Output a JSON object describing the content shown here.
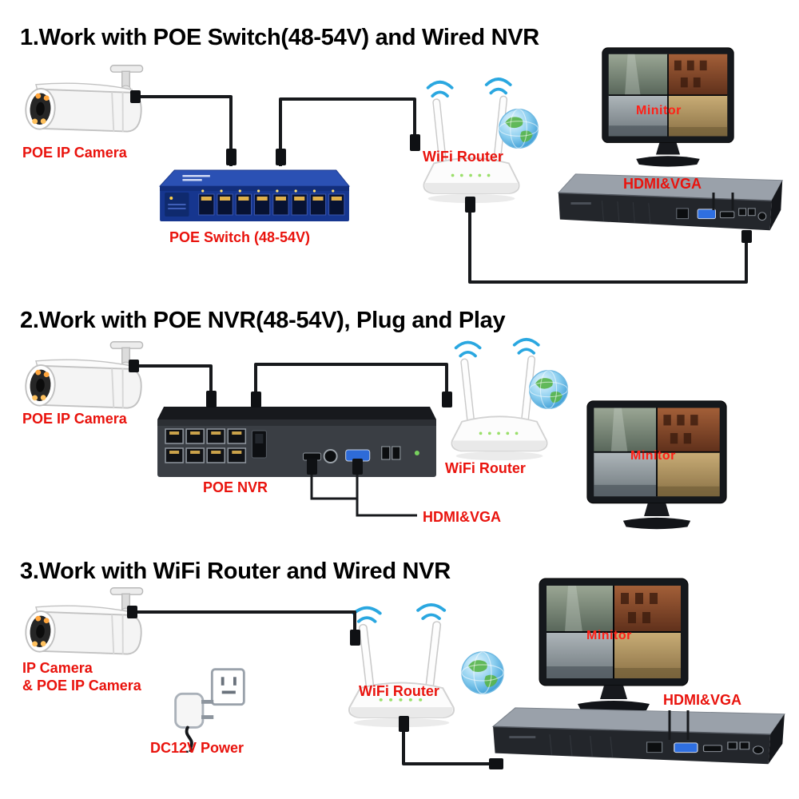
{
  "colors": {
    "label_red": "#e9130d",
    "title_black": "#000000",
    "switch_blue": "#16368f",
    "cable_black": "#17191c",
    "wifi_arc_blue": "#2aa7e0"
  },
  "sections": [
    {
      "title": "1.Work with POE Switch(48-54V) and Wired NVR",
      "camera_label": "POE IP Camera",
      "switch_label": "POE Switch (48-54V)",
      "router_label": "WiFi Router",
      "monitor_text": "Minitor",
      "ports_label": "HDMI&VGA"
    },
    {
      "title": "2.Work with POE NVR(48-54V), Plug and Play",
      "camera_label": "POE IP Camera",
      "nvr_label": "POE NVR",
      "router_label": "WiFi Router",
      "monitor_text": "Minitor",
      "ports_label": "HDMI&VGA"
    },
    {
      "title": "3.Work with WiFi Router and Wired NVR",
      "camera_label_line1": "IP Camera",
      "camera_label_line2": "& POE IP Camera",
      "power_label": "DC12V Power",
      "router_label": "WiFi Router",
      "monitor_text": "Minitor",
      "ports_label": "HDMI&VGA"
    }
  ]
}
